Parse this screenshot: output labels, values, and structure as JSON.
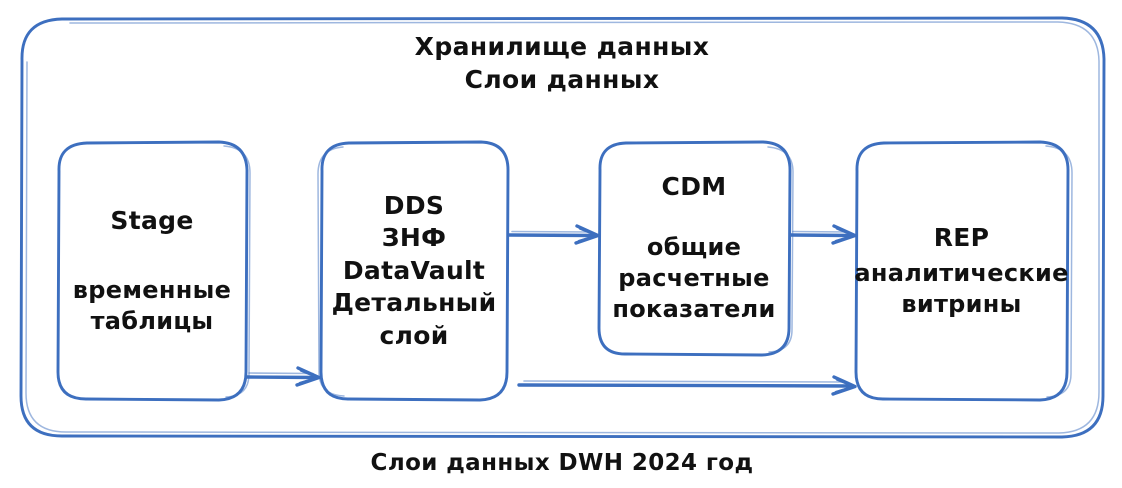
{
  "diagram": {
    "type": "flow-diagram",
    "style": "hand-drawn-sketch",
    "stroke_color": "#3d6fbf",
    "text_color": "#111111",
    "background_color": "#ffffff",
    "container": {
      "title": "Хранилище данных\nСлои данных"
    },
    "caption": "Слои данных DWH 2024 год",
    "nodes": [
      {
        "id": "stage",
        "title": "Stage",
        "subtitle": "временные\nтаблицы"
      },
      {
        "id": "dds",
        "title": "DDS\nЗНФ\nDataVault\nДетальный\nслой",
        "subtitle": ""
      },
      {
        "id": "cdm",
        "title": "CDM",
        "subtitle": "общие\nрасчетные\nпоказатели"
      },
      {
        "id": "rep",
        "title": "REP",
        "subtitle": "аналитические\nвитрины"
      }
    ],
    "edges": [
      {
        "id": "stage-to-dds",
        "from": "stage",
        "to": "dds",
        "label": ""
      },
      {
        "id": "dds-to-cdm",
        "from": "dds",
        "to": "cdm",
        "label": ""
      },
      {
        "id": "cdm-to-rep",
        "from": "cdm",
        "to": "rep",
        "label": ""
      },
      {
        "id": "dds-to-rep",
        "from": "dds",
        "to": "rep",
        "label": ""
      }
    ]
  }
}
